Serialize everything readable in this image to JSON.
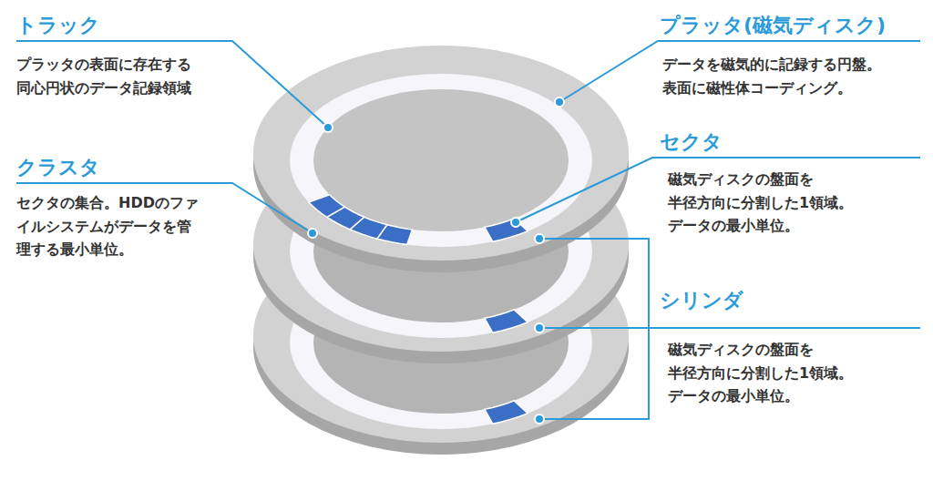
{
  "diagram": {
    "labels": [
      "トラック",
      "プラッタの表面に存在する 同心円状のデータ記録領域",
      "プラッタ(磁気ディスク)",
      "データを磁気的に記録する円盤。 表面に磁性体コーディング。",
      "クラスタ",
      "セクタの集合。HDDのファ イルシステムがデータを管 理する最小単位。",
      "セクタ",
      "磁気ディスクの盤面を 半径方向に分割した1領域。 データの最小単位。",
      "シリンダ",
      "磁気ディスクの盤面を 半径方向に分割した1領域。 データの最小単位。"
    ]
  }
}
